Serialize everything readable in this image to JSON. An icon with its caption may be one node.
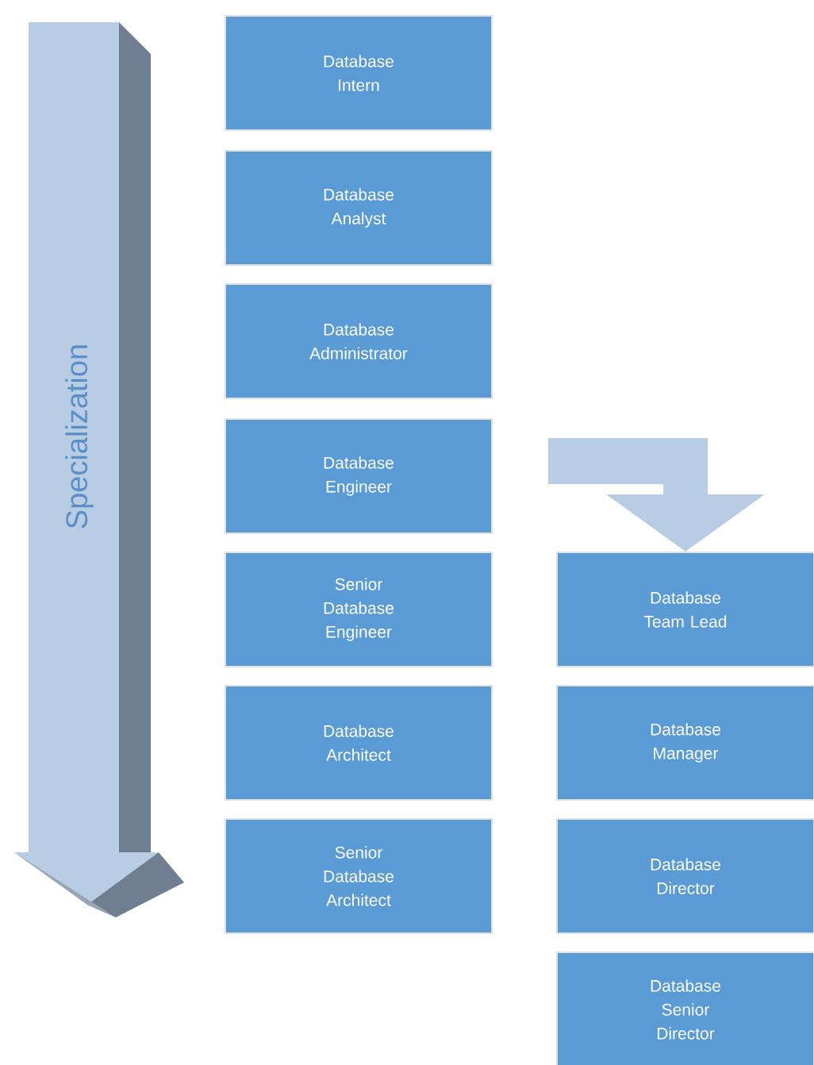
{
  "diagram": {
    "nodes": [
      {
        "text": [
          "Database Intern"
        ]
      },
      {
        "text": [
          "Database Analyst"
        ]
      },
      {
        "text": [
          "Database Administrator"
        ]
      },
      {
        "text": [
          "Database Engineer"
        ]
      },
      {
        "text": [
          "Senior Database Engineer"
        ]
      },
      {
        "text": [
          "Database Architect"
        ]
      },
      {
        "text": [
          "Senior Database Architect"
        ]
      },
      {
        "text": [
          "Database Team Lead"
        ]
      },
      {
        "text": [
          "Database Manager"
        ]
      },
      {
        "text": [
          "Database Director"
        ]
      },
      {
        "text": [
          "Database Senior Director"
        ]
      }
    ],
    "edges": [
      {
        "from": 3,
        "to": 7,
        "arrow": "to"
      }
    ],
    "labels": [
      "Specialization"
    ]
  }
}
